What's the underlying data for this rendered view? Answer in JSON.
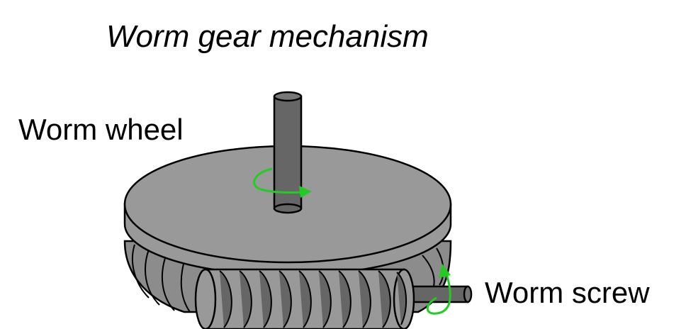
{
  "title": "Worm gear mechanism",
  "labels": {
    "worm_wheel": "Worm wheel",
    "worm_screw": "Worm screw"
  },
  "colors": {
    "body_gray": "#999999",
    "shaft_gray": "#666666",
    "tooth_gray": "#8c8c8c",
    "outline": "#000000",
    "arrow_green": "#22cc22"
  }
}
